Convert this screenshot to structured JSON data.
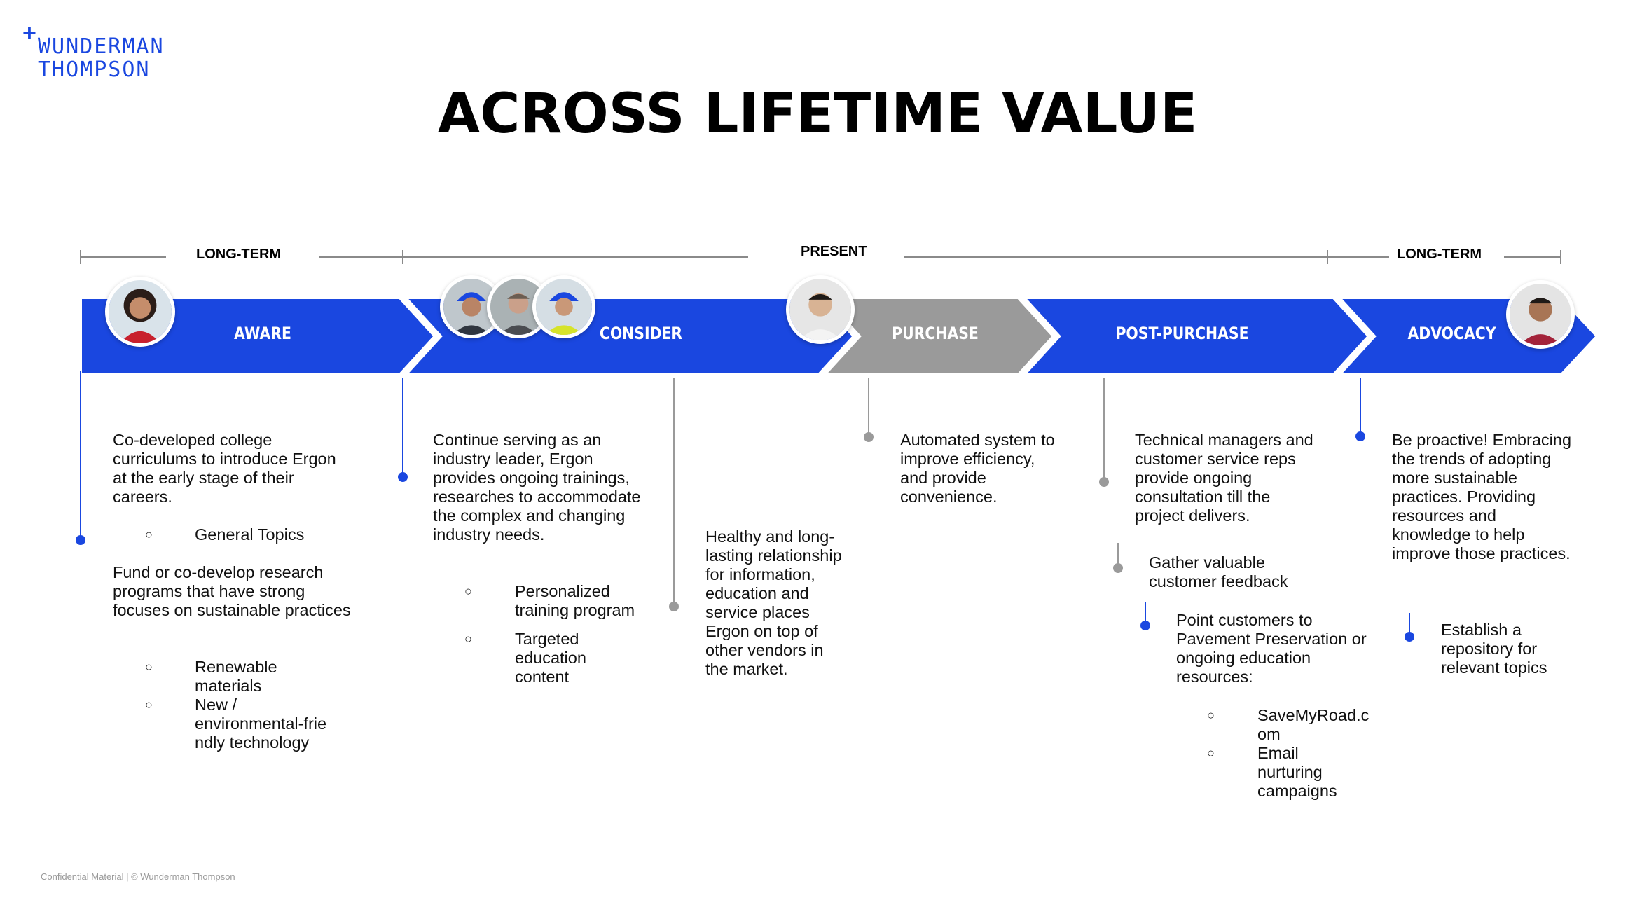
{
  "brand": {
    "plus": "+",
    "line1": "WUNDERMAN",
    "line2": "THOMPSON",
    "color": "#1a47e0"
  },
  "title": "ACROSS LIFETIME VALUE",
  "timeline": {
    "left": "LONG-TERM",
    "center": "PRESENT",
    "right": "LONG-TERM"
  },
  "colors": {
    "blue": "#1a47e0",
    "gray": "#9a9a9a",
    "line": "#8a8a8a"
  },
  "stages": {
    "aware": "AWARE",
    "consider": "CONSIDER",
    "purchase": "PURCHASE",
    "post_purchase": "POST-PURCHASE",
    "advocacy": "ADVOCACY"
  },
  "aware": {
    "p1": "Co-developed college curriculums to introduce Ergon at the early stage of their careers.",
    "b1": "General Topics",
    "p2": "Fund or co-develop research programs that have strong focuses on sustainable practices",
    "b2": "Renewable materials",
    "b3": "New / environmental-frie ndly technology"
  },
  "consider": {
    "p1": "Continue serving as an industry leader, Ergon provides ongoing trainings, researches to accommodate the complex and changing industry needs.",
    "b1": "Personalized training program",
    "b2": "Targeted education content",
    "p2": "Healthy and long-lasting relationship for information, education and service places Ergon on top of other vendors in the market."
  },
  "purchase": {
    "p1": "Automated system to improve efficiency, and provide convenience."
  },
  "post_purchase": {
    "p1": "Technical managers and customer service reps provide ongoing consultation till the project delivers.",
    "p2": "Gather valuable customer feedback",
    "p3": "Point customers to Pavement Preservation or ongoing education resources:",
    "b1": "SaveMyRoad.c om",
    "b2": "Email nurturing campaigns"
  },
  "advocacy": {
    "p1": "Be proactive! Embracing the trends of adopting more sustainable practices. Providing resources and knowledge to help improve those practices.",
    "p2": "Establish a repository for relevant topics"
  },
  "bullet_glyph": "○",
  "footer": "Confidential Material | © Wunderman Thompson"
}
